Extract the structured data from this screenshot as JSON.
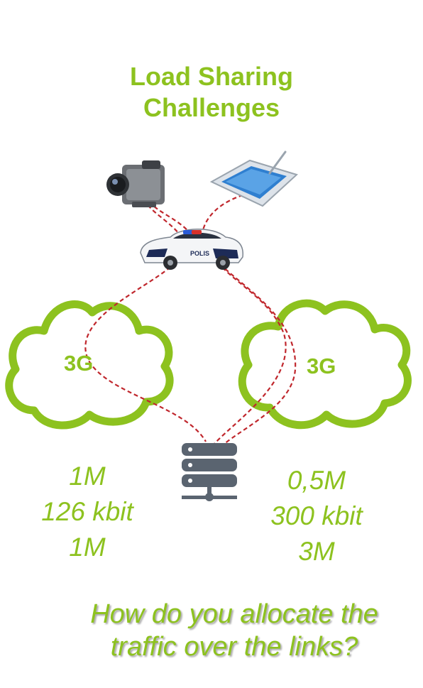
{
  "title": {
    "line1": "Load Sharing",
    "line2": "Challenges"
  },
  "clouds": [
    {
      "label": "3G"
    },
    {
      "label": "3G"
    }
  ],
  "vehicle": {
    "label": "POLIS"
  },
  "left_rates": [
    "1M",
    "126 kbit",
    "1M"
  ],
  "right_rates": [
    "0,5M",
    "300 kbit",
    "3M"
  ],
  "question": {
    "line1": "How do you allocate the",
    "line2": "traffic over the links?"
  },
  "colors": {
    "accent_green": "#8dc21f",
    "link_red": "#c0272d",
    "server_gray": "#5a6470"
  },
  "icons": [
    "video-camera-icon",
    "tablet-stylus-icon",
    "police-car-icon",
    "cloud-icon",
    "server-icon"
  ]
}
